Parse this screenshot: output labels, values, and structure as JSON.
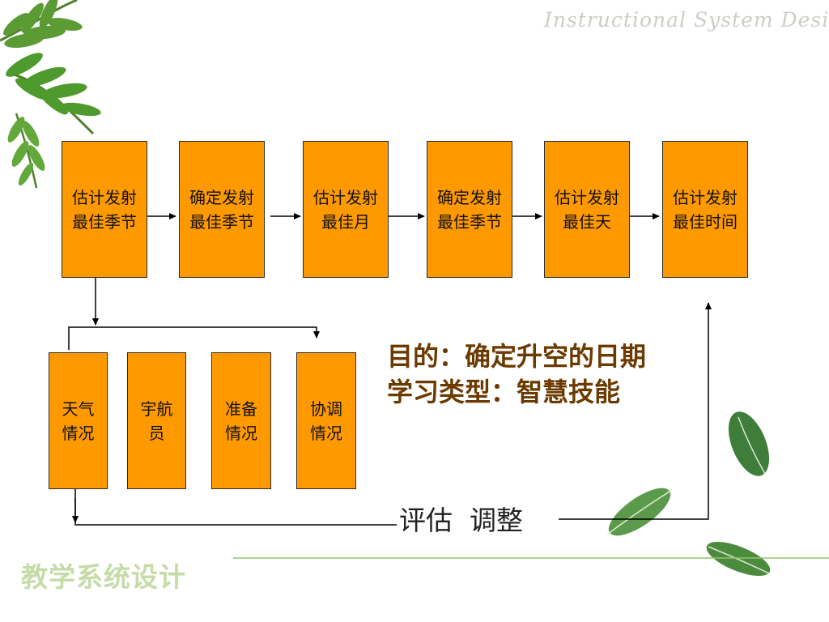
{
  "header": {
    "title": "Instructional System Design"
  },
  "top_row": [
    {
      "label": "估计发射\n最佳季节"
    },
    {
      "label": "确定发射\n最佳季节"
    },
    {
      "label": "估计发射\n最佳月"
    },
    {
      "label": "确定发射\n最佳季节"
    },
    {
      "label": "估计发射\n最佳天"
    },
    {
      "label": "估计发射\n最佳时间"
    }
  ],
  "bottom_row": [
    {
      "label": "天气\n情况"
    },
    {
      "label": "宇航\n员"
    },
    {
      "label": "准备\n情况"
    },
    {
      "label": "协调\n情况"
    }
  ],
  "purpose": {
    "line1": "目的：确定升空的日期",
    "line2": "学习类型：智慧技能"
  },
  "feedback": {
    "label": "评估  调整"
  },
  "footer": {
    "title": "教学系统设计"
  },
  "colors": {
    "box_fill": "#ff9900",
    "box_border": "#2b2b2b",
    "purpose_text": "#6b3a00",
    "leaf_green": "#3f8a2a",
    "footer_line": "#8fc46a"
  }
}
